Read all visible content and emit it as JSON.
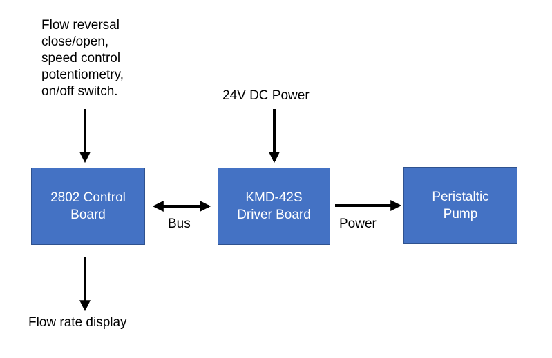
{
  "colors": {
    "box_fill": "#4472c4",
    "box_border": "#2f528f",
    "text_on_box": "#ffffff",
    "arrow": "#000000"
  },
  "inputs": {
    "control_lines": [
      "Flow reversal",
      "close/open,",
      "speed control",
      "potentiometry,",
      "on/off switch."
    ],
    "power": "24V DC Power"
  },
  "blocks": {
    "control_board": [
      "2802 Control",
      "Board"
    ],
    "driver_board": [
      "KMD-42S",
      "Driver Board"
    ],
    "pump": [
      "Peristaltic",
      "Pump"
    ]
  },
  "connections": {
    "bus": "Bus",
    "power": "Power"
  },
  "outputs": {
    "display": "Flow rate display"
  }
}
